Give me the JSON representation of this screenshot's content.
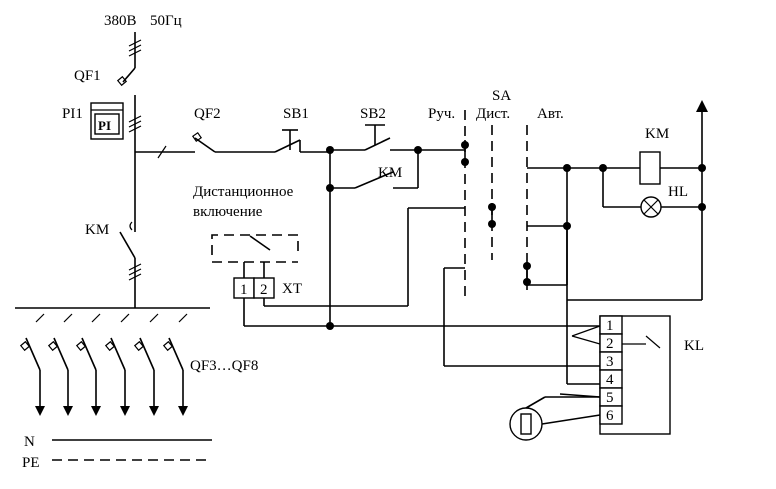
{
  "supply": {
    "voltage": "380В",
    "frequency": "50Гц"
  },
  "labels": {
    "qf1": "QF1",
    "pi1": "PI1",
    "pi_device": "PI",
    "qf2": "QF2",
    "sb1": "SB1",
    "sb2": "SB2",
    "manual": "Руч.",
    "sa": "SA",
    "remote": "Дист.",
    "auto": "Авт.",
    "km_coil": "KM",
    "km_contact": "KM",
    "km_main": "KM",
    "hl": "HL",
    "remote_line1": "Дистанционное",
    "remote_line2": "включение",
    "xt": "XT",
    "xt_t1": "1",
    "xt_t2": "2",
    "kl": "KL",
    "qf_range": "QF3…QF8",
    "n": "N",
    "pe": "PE"
  },
  "relay_terminals": [
    "1",
    "2",
    "3",
    "4",
    "5",
    "6"
  ]
}
